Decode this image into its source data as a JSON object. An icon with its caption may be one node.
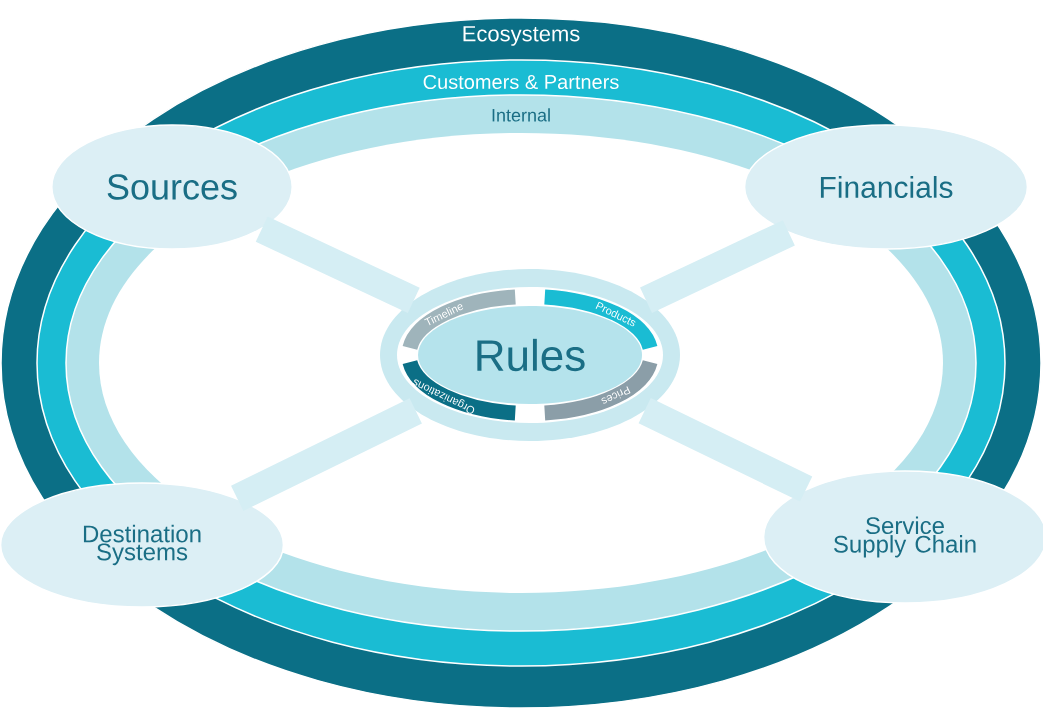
{
  "diagram": {
    "nodes": [
      {
        "text": [
          "Ecosystems"
        ]
      },
      {
        "text": [
          "Customers & Partners"
        ],
        "in": 0
      },
      {
        "text": [
          "Internal"
        ],
        "in": 1
      },
      {
        "text": [
          "Sources"
        ],
        "in": 1
      },
      {
        "text": [
          "Financials"
        ],
        "in": 0
      },
      {
        "text": [
          "Rules"
        ],
        "in": 2
      },
      {
        "text": [
          "Timeline"
        ],
        "in": 5
      },
      {
        "text": [
          "Products"
        ],
        "in": 5
      },
      {
        "text": [
          "Organizations"
        ],
        "in": 5
      },
      {
        "text": [
          "Prices"
        ],
        "in": 5
      },
      {
        "text": [
          "Destination Systems"
        ],
        "in": 0
      },
      {
        "text": [
          "Service Supply Chain"
        ],
        "in": 0
      }
    ],
    "edges": [
      {
        "from": 5,
        "to": 3,
        "arrow": "none"
      },
      {
        "from": 5,
        "to": 4,
        "arrow": "none"
      },
      {
        "from": 5,
        "to": 10,
        "arrow": "none"
      },
      {
        "from": 5,
        "to": 11,
        "arrow": "none"
      }
    ]
  }
}
